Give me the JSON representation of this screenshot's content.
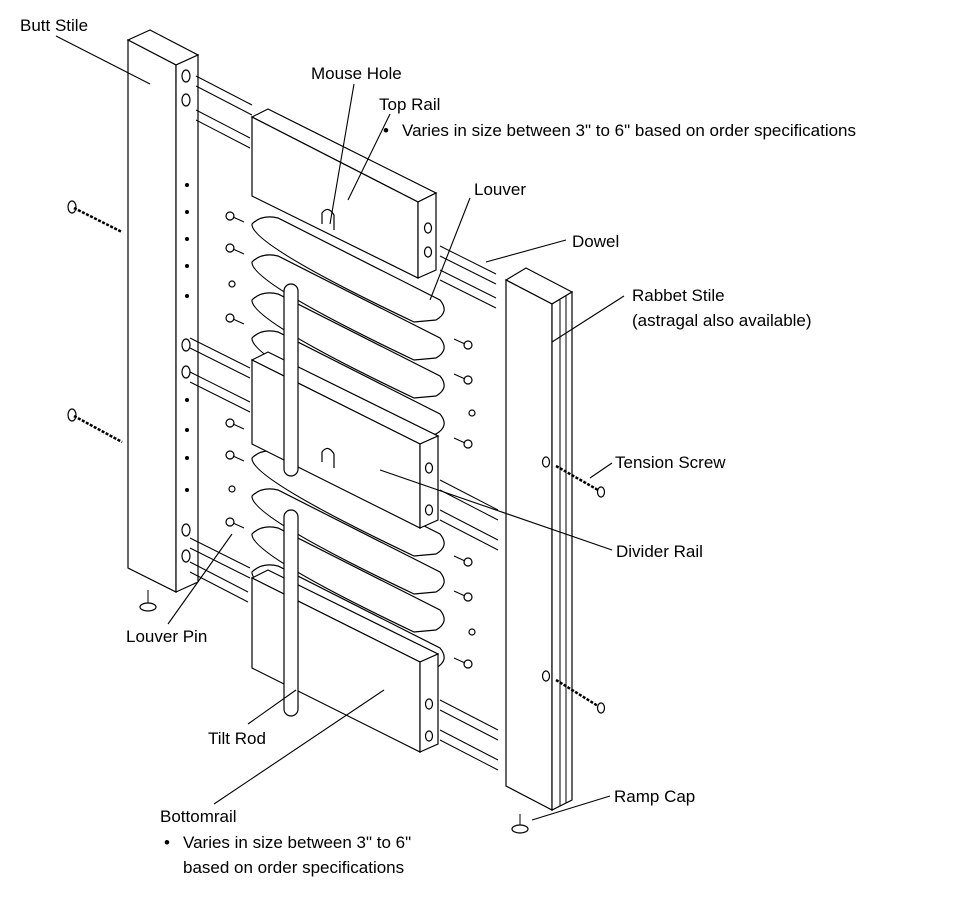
{
  "labels": {
    "butt_stile": "Butt Stile",
    "mouse_hole": "Mouse Hole",
    "top_rail": "Top Rail",
    "top_rail_note": "Varies in size between 3\" to 6\" based on order specifications",
    "louver": "Louver",
    "dowel": "Dowel",
    "rabbet_stile": "Rabbet Stile",
    "rabbet_stile_note": "(astragal also available)",
    "tension_screw": "Tension Screw",
    "divider_rail": "Divider Rail",
    "louver_pin": "Louver Pin",
    "tilt_rod": "Tilt Rod",
    "ramp_cap": "Ramp Cap",
    "bottomrail": "Bottomrail",
    "bottomrail_note_1": "Varies in size between 3\" to 6\"",
    "bottomrail_note_2": "based on order specifications",
    "bullet": "•"
  }
}
